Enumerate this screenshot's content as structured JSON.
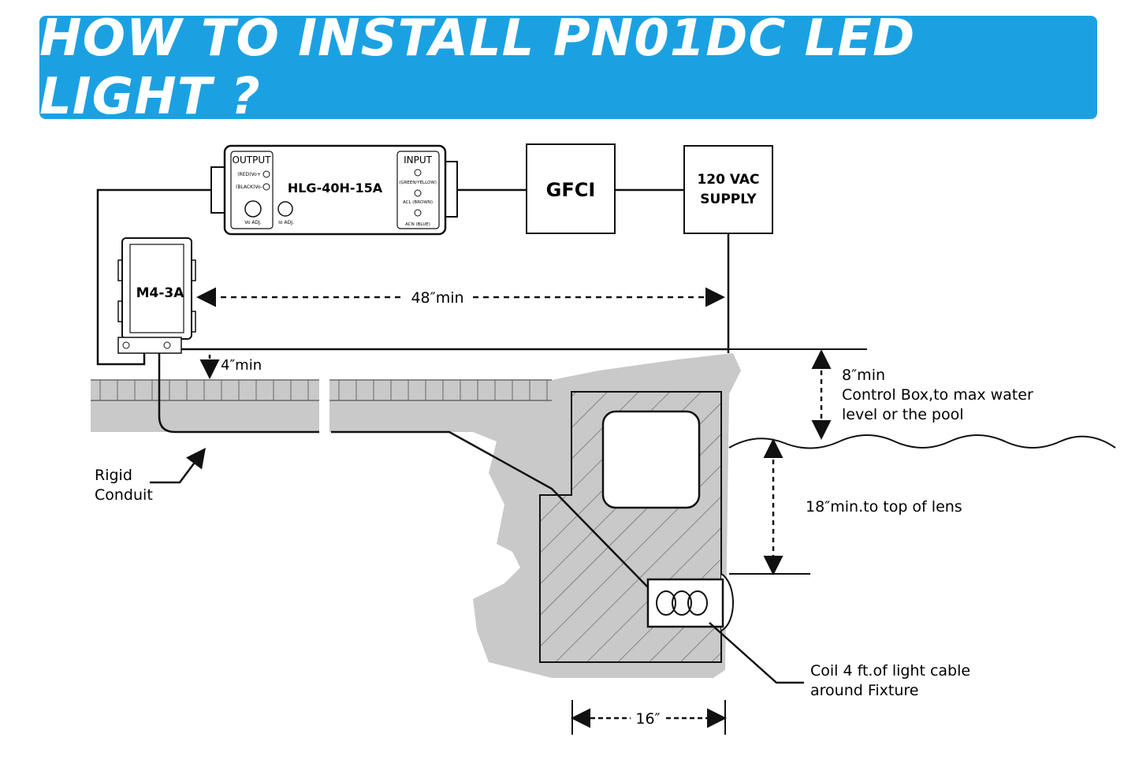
{
  "title": "HOW TO INSTALL PN01DC LED LIGHT ?",
  "colors": {
    "banner": "#1ba1e2",
    "ground": "#c9c9c9",
    "line": "#111111"
  },
  "driver": {
    "model": "HLG-40H-15A",
    "output_label": "OUTPUT",
    "input_label": "INPUT",
    "vo_plus": "(RED)Vo+",
    "vo_minus": "(BLACK)Vo-",
    "vo_adj": "Vo ADJ.",
    "io_adj": "Io ADJ.",
    "ground_lbl": "(GREEN/YELLOW)",
    "acl": "ACL (BROWN)",
    "acn": "ACN (BLUE)"
  },
  "gfci": "GFCI",
  "supply": {
    "line1": "120 VAC",
    "line2": "SUPPLY"
  },
  "control_box": "M4-3A",
  "dims": {
    "d48": "48″min",
    "d4": "4″min",
    "d8": "8″min",
    "d8_note1": "Control Box,to max water",
    "d8_note2": "level or the pool",
    "d18": "18″min.to top of lens",
    "d16": "16″"
  },
  "labels": {
    "conduit1": "Rigid",
    "conduit2": "Conduit",
    "coil1": "Coil 4 ft.of light cable",
    "coil2": "around Fixture"
  }
}
